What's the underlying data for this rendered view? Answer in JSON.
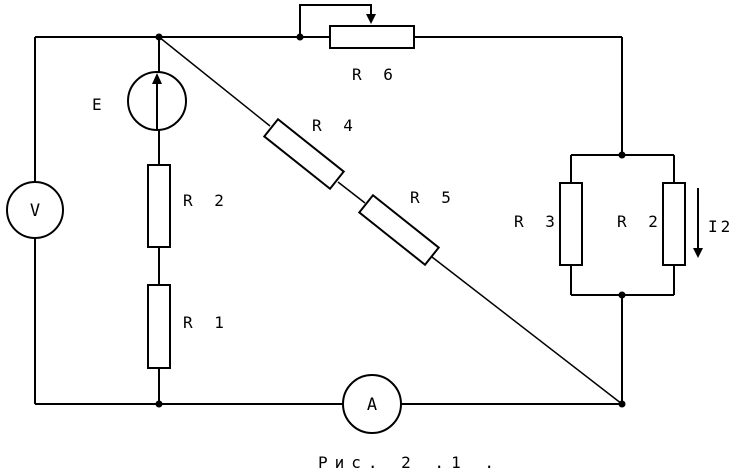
{
  "labels": {
    "emf": "E",
    "r1": "R 1",
    "r2_left": "R 2",
    "r3": "R 3",
    "r2_right": "R 2",
    "r4": "R 4",
    "r5": "R 5",
    "r6": "R 6",
    "current": "I2"
  },
  "meters": {
    "voltmeter": "V",
    "ammeter": "A"
  },
  "caption": "Рис. 2 .1 ."
}
